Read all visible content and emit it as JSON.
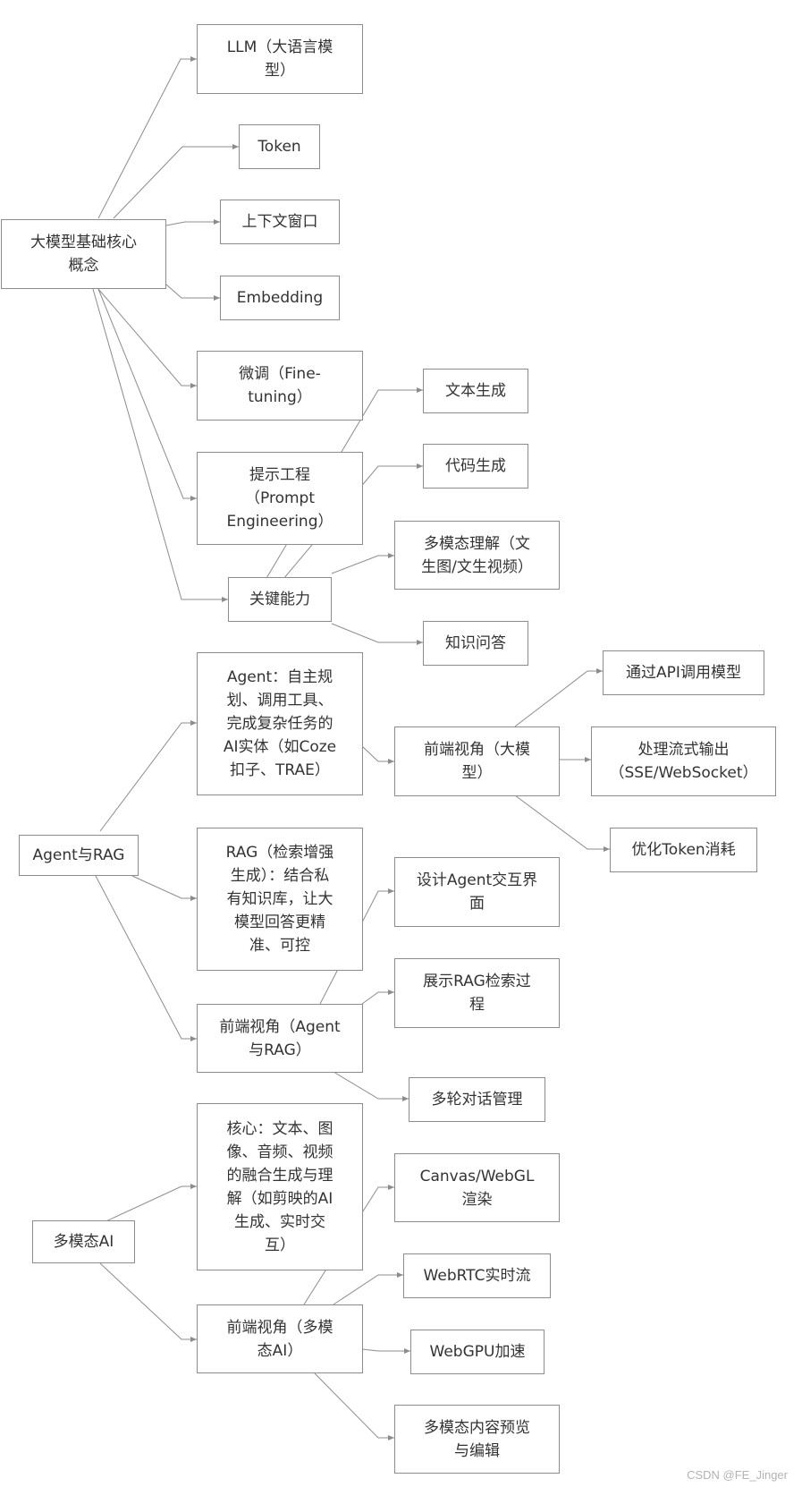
{
  "diagram": {
    "nodes": {
      "core": "大模型基础核心\n概念",
      "llm": "LLM（大语言模\n型）",
      "token": "Token",
      "context": "上下文窗口",
      "embedding": "Embedding",
      "finetune": "微调（Fine-\ntuning）",
      "prompt": "提示工程\n（Prompt\nEngineering）",
      "keycap": "关键能力",
      "textgen": "文本生成",
      "codegen": "代码生成",
      "multimodal_understand": "多模态理解（文\n生图/文生视频）",
      "qa": "知识问答",
      "agent_rag": "Agent与RAG",
      "agent_def": "Agent：自主规\n划、调用工具、\n完成复杂任务的\nAI实体（如Coze\n扣子、TRAE）",
      "fe_llm": "前端视角（大模\n型）",
      "api_call": "通过API调用模型",
      "stream": "处理流式输出\n（SSE/WebSocket）",
      "optimize_token": "优化Token消耗",
      "rag_def": "RAG（检索增强\n生成）：结合私\n有知识库，让大\n模型回答更精\n准、可控",
      "design_agent": "设计Agent交互界\n面",
      "show_rag": "展示RAG检索过\n程",
      "fe_agent": "前端视角（Agent\n与RAG）",
      "multiturn": "多轮对话管理",
      "multimodal_ai": "多模态AI",
      "mm_core": "核心：文本、图\n像、音频、视频\n的融合生成与理\n解（如剪映的AI\n生成、实时交\n互）",
      "canvas": "Canvas/WebGL\n渲染",
      "webrtc": "WebRTC实时流",
      "fe_mm": "前端视角（多模\n态AI）",
      "webgpu": "WebGPU加速",
      "mm_preview": "多模态内容预览\n与编辑"
    }
  },
  "watermark": "CSDN @FE_Jinger",
  "colors": {
    "line": "#8c8c8c",
    "border": "#8c8c8c",
    "text": "#333333",
    "watermark": "#b3b3b3"
  }
}
